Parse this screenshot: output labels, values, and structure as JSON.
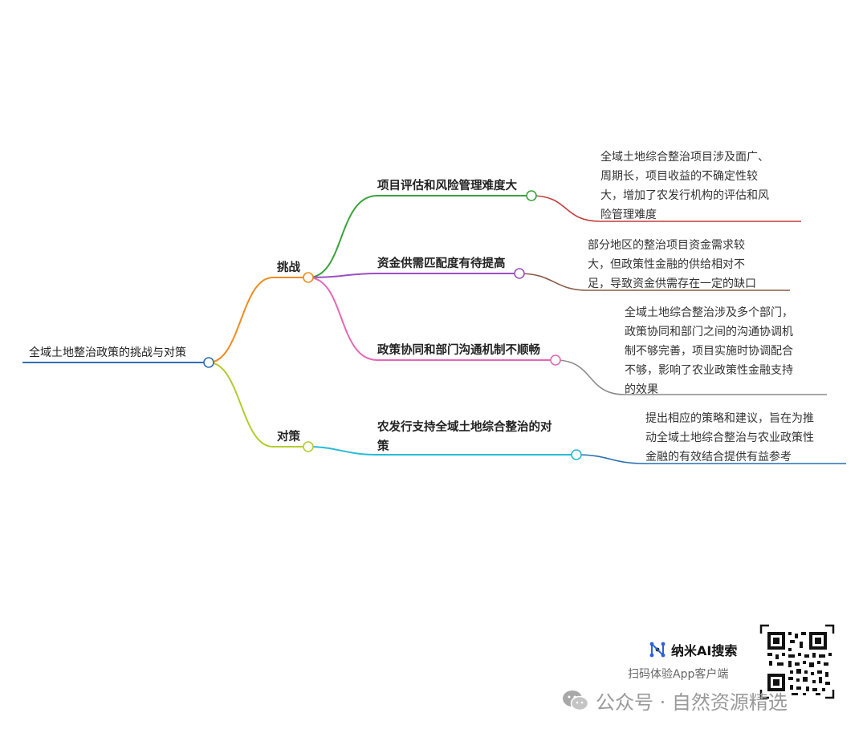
{
  "root": {
    "label": "全域土地整治政策的挑战与对策"
  },
  "branches": [
    {
      "label": "挑战",
      "children": [
        {
          "label": "项目评估和风险管理难度大",
          "detail": [
            "全域土地综合整治项目涉及面广、",
            "周期长，项目收益的不确定性较",
            "大，增加了农发行机构的评估和风",
            "险管理难度"
          ]
        },
        {
          "label": "资金供需匹配度有待提高",
          "detail": [
            "部分地区的整治项目资金需求较",
            "大，但政策性金融的供给相对不",
            "足，导致资金供需存在一定的缺口"
          ]
        },
        {
          "label": "政策协同和部门沟通机制不顺畅",
          "detail": [
            "全域土地综合整治涉及多个部门，",
            "政策协同和部门之间的沟通协调机",
            "制不够完善，项目实施时协调配合",
            "不够，影响了农业政策性金融支持",
            "的效果"
          ]
        }
      ]
    },
    {
      "label": "对策",
      "children": [
        {
          "label": [
            "农发行支持全域土地综合整治的对",
            "策"
          ],
          "detail": [
            "提出相应的策略和建议，旨在为推",
            "动全域土地综合整治与农业政策性",
            "金融的有效结合提供有益参考"
          ]
        }
      ]
    }
  ],
  "colors": {
    "root": "#2f6db5",
    "branch_challenge": "#f08c1e",
    "branch_strategy": "#b5cc2e",
    "child1": "#3aa33a",
    "child2": "#9d4fc2",
    "child3": "#e667b8",
    "child4": "#27bcd6",
    "detail1": "#c43c3c",
    "detail2": "#8a5a44",
    "detail3": "#8a8a8a",
    "detail4": "#2a6fb0"
  },
  "brand": {
    "name": "纳米AI搜索",
    "subtitle": "扫码体验App客户端",
    "logo_icon": "nano-logo-icon"
  },
  "watermark": {
    "text": "公众号 · 自然资源精选",
    "icon": "wechat-icon"
  }
}
